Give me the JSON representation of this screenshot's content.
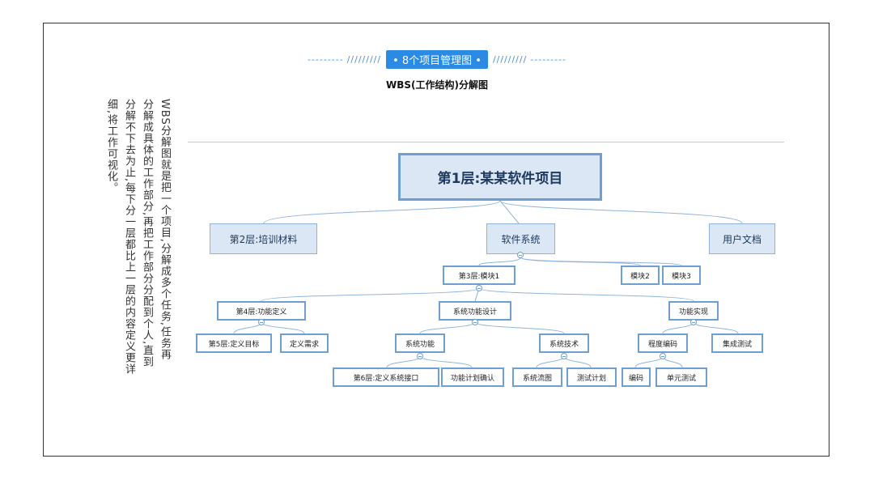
{
  "header": {
    "left_deco_dashes": "---------",
    "left_deco_slashes": "/////////",
    "badge": "• 8个项目管理图 •",
    "right_deco_slashes": "/////////",
    "right_deco_dashes": "---------"
  },
  "subtitle": "WBS(工作结构)分解图",
  "description": {
    "col1": "WBS分解图就是把一个项目,分解成多个任务,任务再",
    "col2": "分解成具体的工作部分,再把工作部分分配到个人,直到",
    "col3": "分解不下去为止,每下分一层都比上一层的内容定义更详",
    "col4": "细,将工作可视化。"
  },
  "tree": {
    "root": "第1层:某某软件项目",
    "level2": {
      "training": "第2层:培训材料",
      "software": "软件系统",
      "user_docs": "用户文档"
    },
    "level3": {
      "module1": "第3层:模块1",
      "module2": "模块2",
      "module3": "模块3"
    },
    "level4": {
      "func_def": "第4层:功能定义",
      "sys_design": "系统功能设计",
      "func_impl": "功能实现"
    },
    "level5": {
      "def_goal": "第5层:定义目标",
      "def_req": "定义需求",
      "sys_func": "系统功能",
      "sys_tech": "系统技术",
      "coding": "程度编码",
      "integration": "集成测试"
    },
    "level6": {
      "def_interface": "第6层:定义系统接口",
      "func_plan_confirm": "功能计划确认",
      "sys_flow": "系统流图",
      "test_plan": "测试计划",
      "code": "编码",
      "unit_test": "单元测试"
    }
  },
  "colors": {
    "accent": "#2b8ae3",
    "node_fill": "#dbe7f4",
    "node_border": "#6f9fd0",
    "connector": "#8fb3da"
  }
}
